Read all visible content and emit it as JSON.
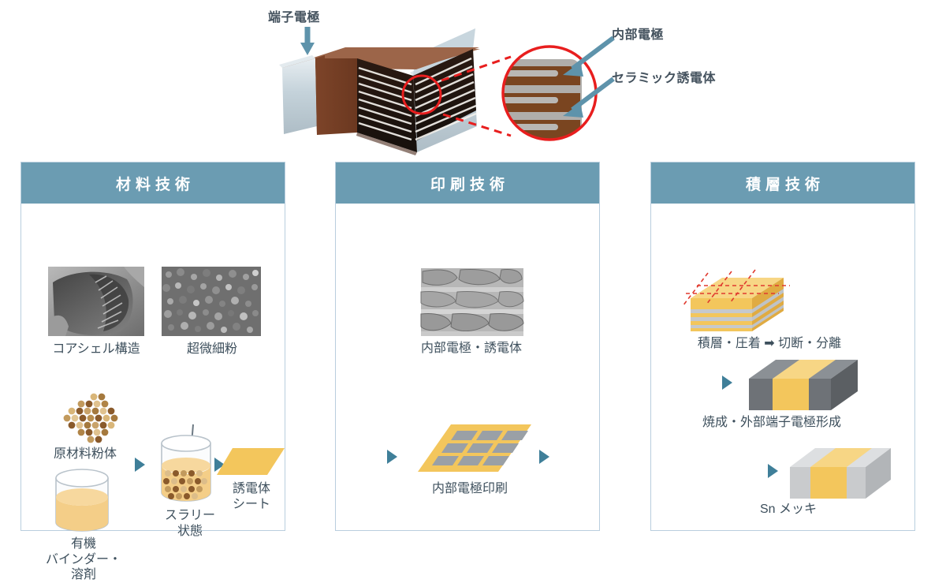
{
  "diagram": {
    "title_labels": {
      "terminal_electrode": "端子電極",
      "internal_electrode": "内部電極",
      "ceramic_dielectric": "セラミック誘電体"
    }
  },
  "colors": {
    "header_bg": "#6b9cb2",
    "panel_border": "#b9cede",
    "arrow_blue": "#3f7f99",
    "text": "#3d4f5c",
    "ceramic_brown": "#7a4520",
    "electrode_gray": "#b0aeab",
    "sheet_yellow": "#f3c65c",
    "metal_gray": "#6e7277",
    "sn_gray": "#c9cbcd",
    "powder_light": "#d9b679",
    "powder_dark": "#8a5a2b",
    "circle_red": "#e81e1e"
  },
  "panels": [
    {
      "id": "material",
      "header": "材料技術",
      "micrographs": [
        {
          "caption": "コアシェル構造",
          "name": "core-shell-micrograph"
        },
        {
          "caption": "超微細粉",
          "name": "ultrafine-powder-micrograph"
        }
      ],
      "flow": [
        {
          "caption": "原材料粉体",
          "name": "raw-material-powder"
        },
        {
          "caption": "有機\nバインダー・\n溶剤",
          "name": "organic-binder-solvent"
        },
        {
          "caption": "スラリー\n状態",
          "name": "slurry-state"
        },
        {
          "caption": "誘電体\nシート",
          "name": "dielectric-sheet"
        }
      ]
    },
    {
      "id": "printing",
      "header": "印刷技術",
      "micrographs": [
        {
          "caption": "内部電極・誘電体",
          "name": "electrode-dielectric-micrograph"
        }
      ],
      "flow": [
        {
          "caption": "内部電極印刷",
          "name": "internal-electrode-printing"
        }
      ]
    },
    {
      "id": "lamination",
      "header": "積層技術",
      "micrographs": [],
      "flow": [
        {
          "caption": "積層・圧着 ➡ 切断・分離",
          "name": "stack-press-cut-separate"
        },
        {
          "caption": "焼成・外部端子電極形成",
          "name": "firing-external-terminal-electrode"
        },
        {
          "caption": "Sn メッキ",
          "name": "sn-plating"
        }
      ]
    }
  ]
}
